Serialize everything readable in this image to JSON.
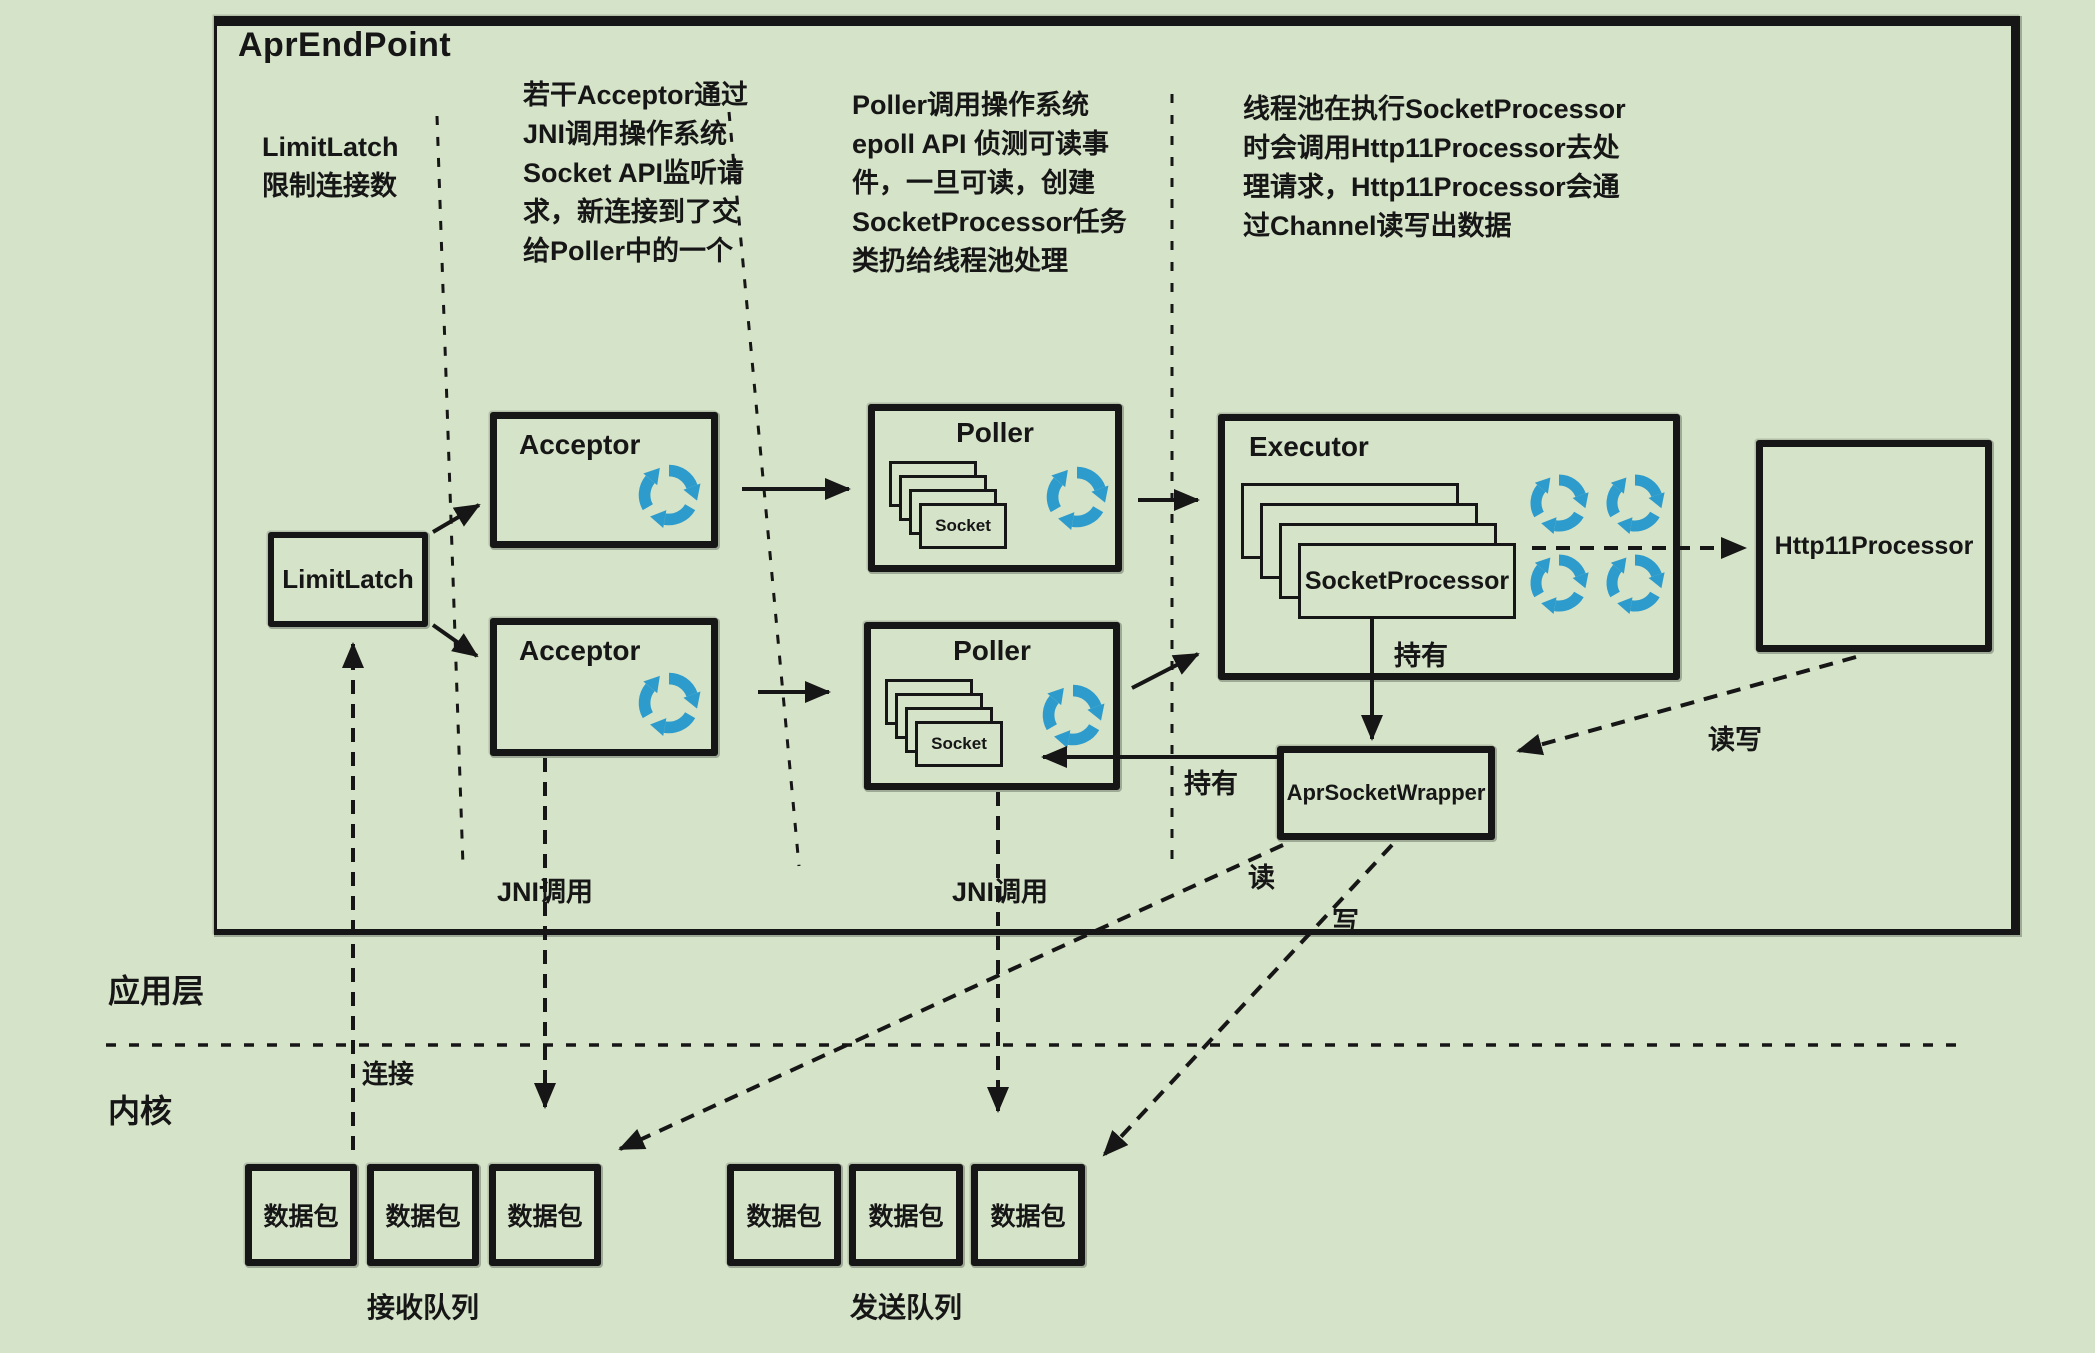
{
  "colors": {
    "background": "#d5e3c8",
    "ink": "#161616",
    "blue": "#2d9ccd"
  },
  "title": "AprEndPoint",
  "notes": {
    "limitlatch": "LimitLatch\n限制连接数",
    "acceptor": "若干Acceptor通过\nJNI调用操作系统\nSocket API监听请\n求，新连接到了交\n给Poller中的一个",
    "poller": "Poller调用操作系统\nepoll API 侦测可读事\n件，一旦可读，创建\nSocketProcessor任务\n类扔给线程池处理",
    "executor": "线程池在执行SocketProcessor\n时会调用Http11Processor去处\n理请求，Http11Processor会通\n过Channel读写出数据"
  },
  "boxes": {
    "limitlatch": "LimitLatch",
    "acceptor": "Acceptor",
    "poller": "Poller",
    "socket": "Socket",
    "executor": "Executor",
    "socket_processor": "SocketProcessor",
    "http11_processor": "Http11Processor",
    "apr_socket_wrapper": "AprSocketWrapper",
    "packet": "数据包"
  },
  "edge_labels": {
    "jni_call": "JNI调用",
    "hold": "持有",
    "connect": "连接",
    "read_write": "读写",
    "read": "读",
    "write": "写"
  },
  "layers": {
    "application": "应用层",
    "kernel": "内核"
  },
  "queues": {
    "receive": "接收队列",
    "send": "发送队列"
  },
  "icons": {
    "recycle": "circular-sync-arrows"
  }
}
